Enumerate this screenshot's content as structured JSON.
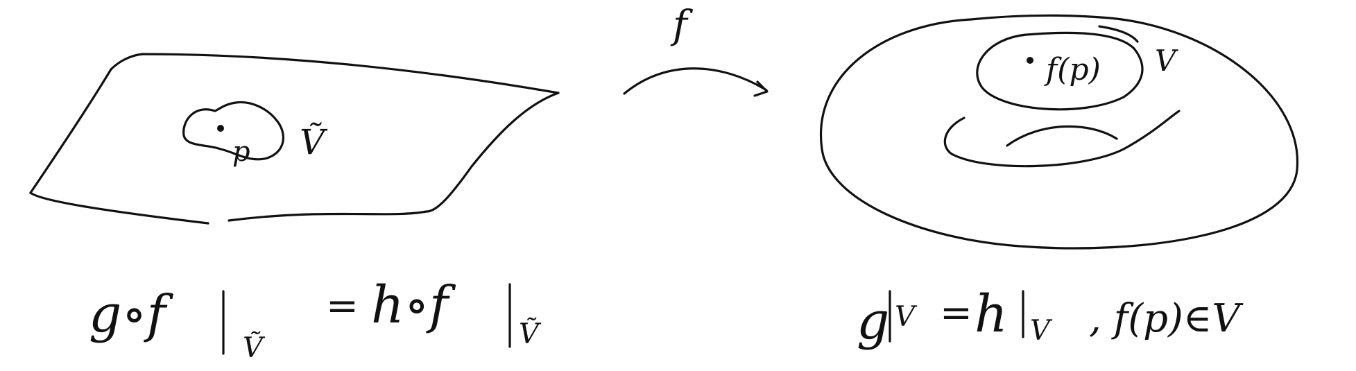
{
  "colors": {
    "ink": "#111111",
    "background": "#ffffff"
  },
  "arrow_label": "f",
  "domain_point_label": "p",
  "domain_neighborhood_label": "Ṽ",
  "image_point_label": "f(p)",
  "codomain_neighborhood_label": "V",
  "equation_left": {
    "lhs": "g∘f",
    "lhs_restriction": "Ṽ",
    "equals": "=",
    "rhs": "h∘f",
    "rhs_restriction": "Ṽ"
  },
  "equation_right": {
    "lhs": "g",
    "lhs_restriction": "V",
    "equals": "=",
    "rhs": "h",
    "rhs_restriction": "V",
    "condition": ", f(p)∈V"
  }
}
